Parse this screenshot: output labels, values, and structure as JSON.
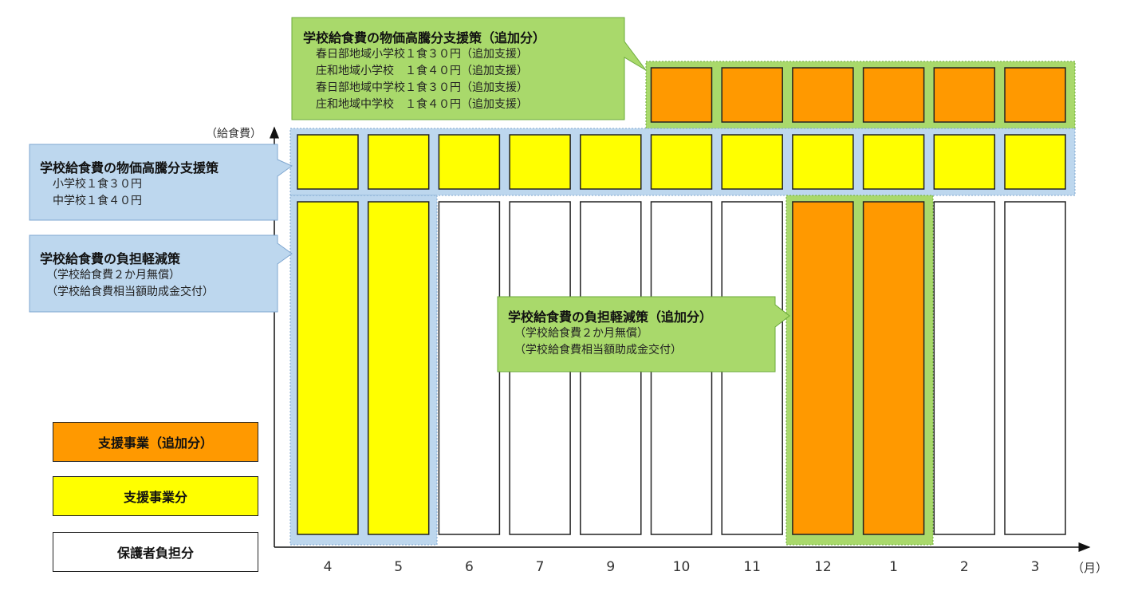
{
  "axis": {
    "y_label": "（給食費）",
    "x_unit": "（月）",
    "months": [
      "4",
      "5",
      "6",
      "7",
      "9",
      "10",
      "11",
      "12",
      "1",
      "2",
      "3"
    ]
  },
  "bars": [
    {
      "month": "4",
      "base": "support",
      "mid": "support",
      "top": "none"
    },
    {
      "month": "5",
      "base": "support",
      "mid": "support",
      "top": "none"
    },
    {
      "month": "6",
      "base": "guardian",
      "mid": "support",
      "top": "none"
    },
    {
      "month": "7",
      "base": "guardian",
      "mid": "support",
      "top": "none"
    },
    {
      "month": "9",
      "base": "guardian",
      "mid": "support",
      "top": "none"
    },
    {
      "month": "10",
      "base": "guardian",
      "mid": "support",
      "top": "additional"
    },
    {
      "month": "11",
      "base": "guardian",
      "mid": "support",
      "top": "additional"
    },
    {
      "month": "12",
      "base": "additional",
      "mid": "support",
      "top": "additional"
    },
    {
      "month": "1",
      "base": "additional",
      "mid": "support",
      "top": "additional"
    },
    {
      "month": "2",
      "base": "guardian",
      "mid": "support",
      "top": "additional"
    },
    {
      "month": "3",
      "base": "guardian",
      "mid": "support",
      "top": "additional"
    }
  ],
  "callouts": {
    "price_additional": {
      "title": "学校給食費の物価高騰分支援策（追加分）",
      "lines": [
        "春日部地域小学校１食３０円（追加支援）",
        "庄和地域小学校　１食４０円（追加支援）",
        "春日部地域中学校１食３０円（追加支援）",
        "庄和地域中学校　１食４０円（追加支援）"
      ]
    },
    "price": {
      "title": "学校給食費の物価高騰分支援策",
      "lines": [
        "小学校１食３０円",
        "中学校１食４０円"
      ]
    },
    "burden": {
      "title": "学校給食費の負担軽減策",
      "lines": [
        "（学校給食費２か月無償）",
        "（学校給食費相当額助成金交付）"
      ]
    },
    "burden_additional": {
      "title": "学校給食費の負担軽減策（追加分）",
      "lines": [
        "（学校給食費２か月無償）",
        "（学校給食費相当額助成金交付）"
      ]
    }
  },
  "legend": {
    "additional": "支援事業（追加分）",
    "support": "支援事業分",
    "guardian": "保護者負担分"
  },
  "colors": {
    "orange": "#FF9900",
    "yellow": "#FFFF00",
    "white": "#FFFFFF",
    "green": "#A9D96B",
    "blue": "#BDD7EE"
  }
}
